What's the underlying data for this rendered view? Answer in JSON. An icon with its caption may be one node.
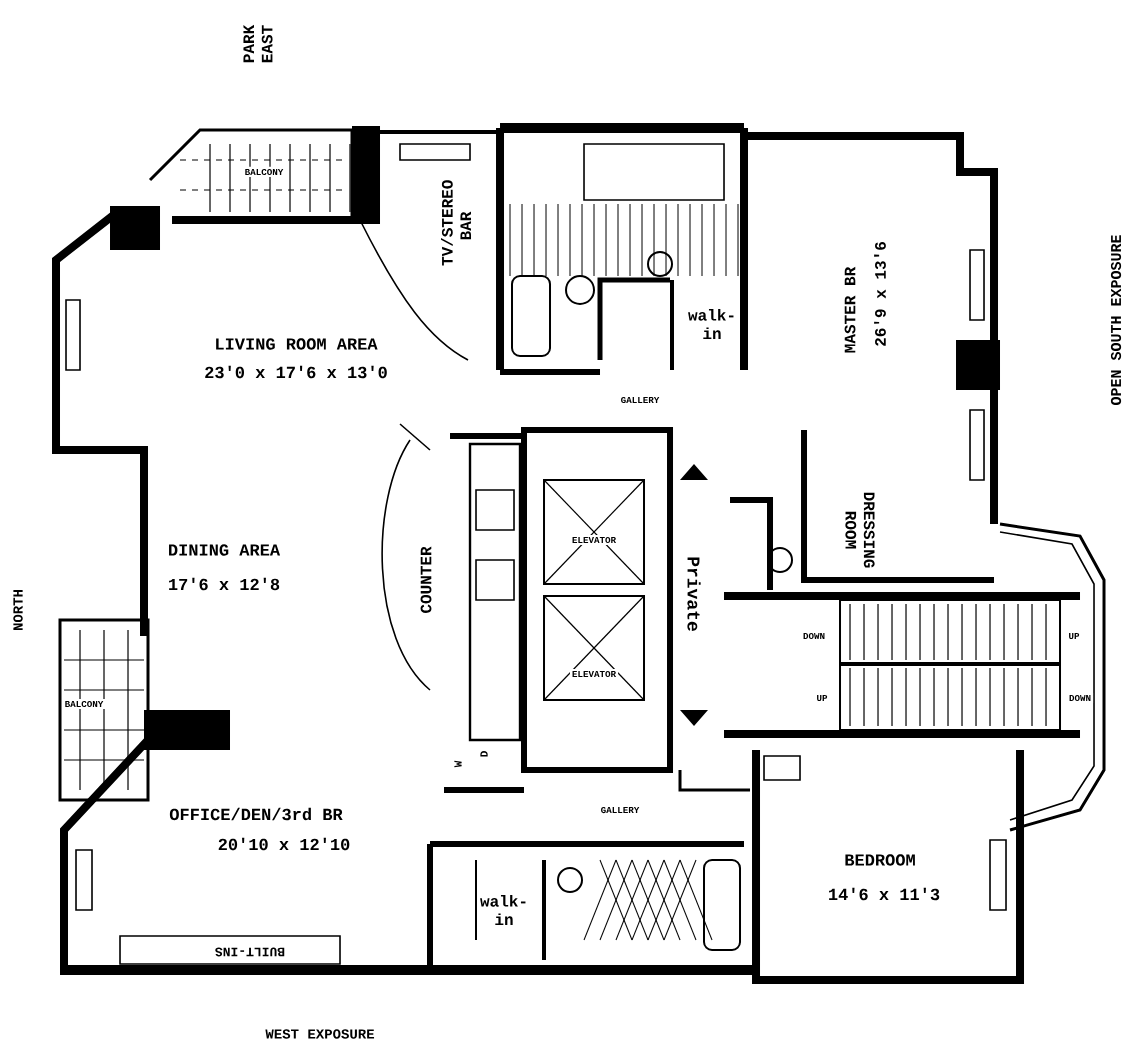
{
  "diagram": {
    "labels": [
      "PARK EAST",
      "BALCONY",
      "TV/STEREO BAR",
      "LIVING ROOM AREA",
      "23'0 x 17'6 x 13'0",
      "walk-in",
      "MASTER BR",
      "26'9 x 13'6",
      "GALLERY",
      "OPEN SOUTH EXPOSURE",
      "NORTH",
      "DINING AREA",
      "17'6 x 12'8",
      "COUNTER",
      "ELEVATOR",
      "Private",
      "DRESSING ROOM",
      "ELEVATOR",
      "DOWN",
      "UP",
      "UP",
      "DOWN",
      "BALCONY",
      "W",
      "D",
      "GALLERY",
      "OFFICE/DEN/3rd BR",
      "20'10 x 12'10",
      "walk-in",
      "BEDROOM",
      "14'6 x 11'3",
      "BUILT-INS",
      "WEST EXPOSURE"
    ]
  }
}
